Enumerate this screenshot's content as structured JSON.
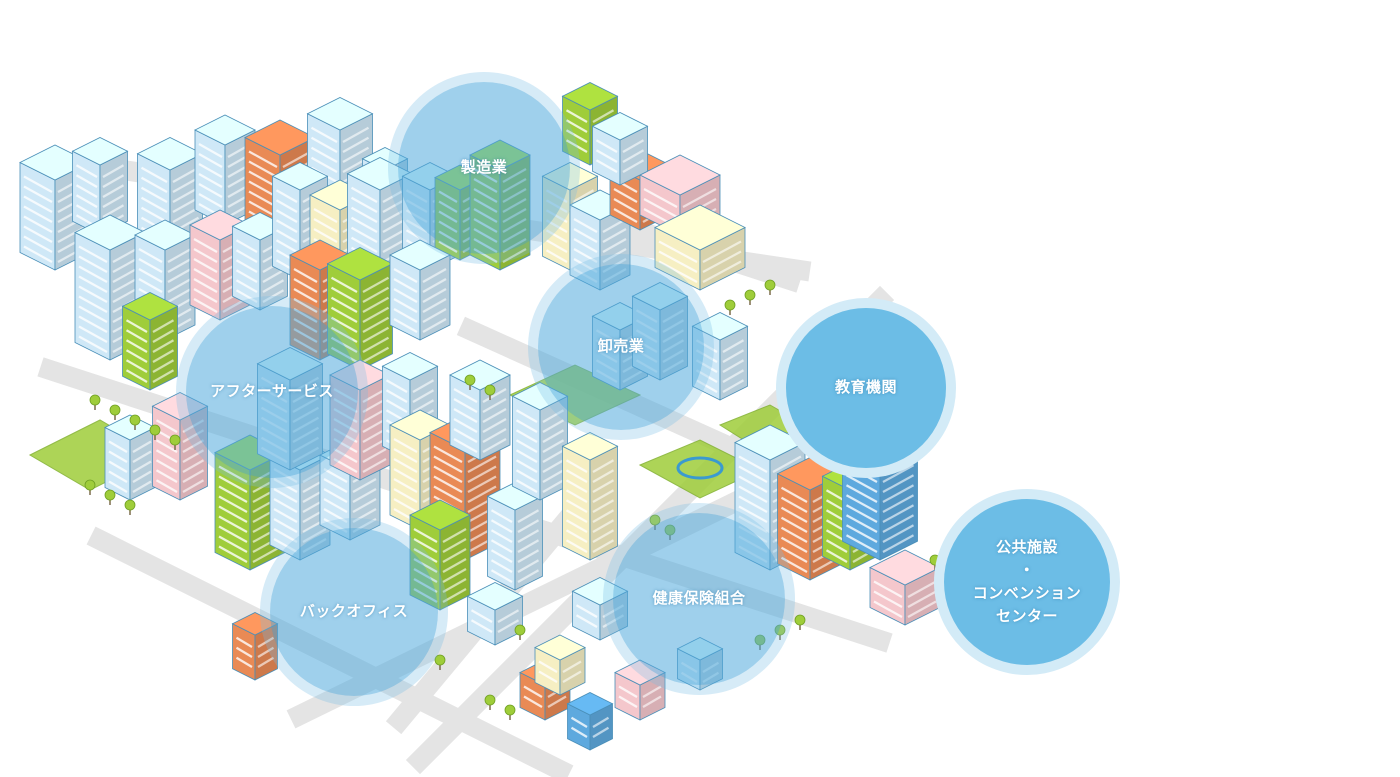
{
  "hotspots": {
    "manufacturing": {
      "label": "製造業"
    },
    "wholesale": {
      "label": "卸売業"
    },
    "after_service": {
      "label": "アフターサービス"
    },
    "education": {
      "label": "教育機関"
    },
    "back_office": {
      "label": "バックオフィス"
    },
    "health_insurance": {
      "label": "健康保険組合"
    },
    "public_facility": {
      "line1": "公共施設",
      "line2": "・",
      "line3": "コンベンション",
      "line4": "センター"
    }
  },
  "colors": {
    "overlay": "#50aadc",
    "solid": "#6cbde6",
    "ring": "#d3ebf7",
    "building_blue": "#cfe8f7",
    "building_orange": "#e98a55",
    "building_green": "#9fcd3a",
    "building_pink": "#f4c7cc",
    "building_yellow": "#f6efc3",
    "road": "#e4e4e4"
  }
}
